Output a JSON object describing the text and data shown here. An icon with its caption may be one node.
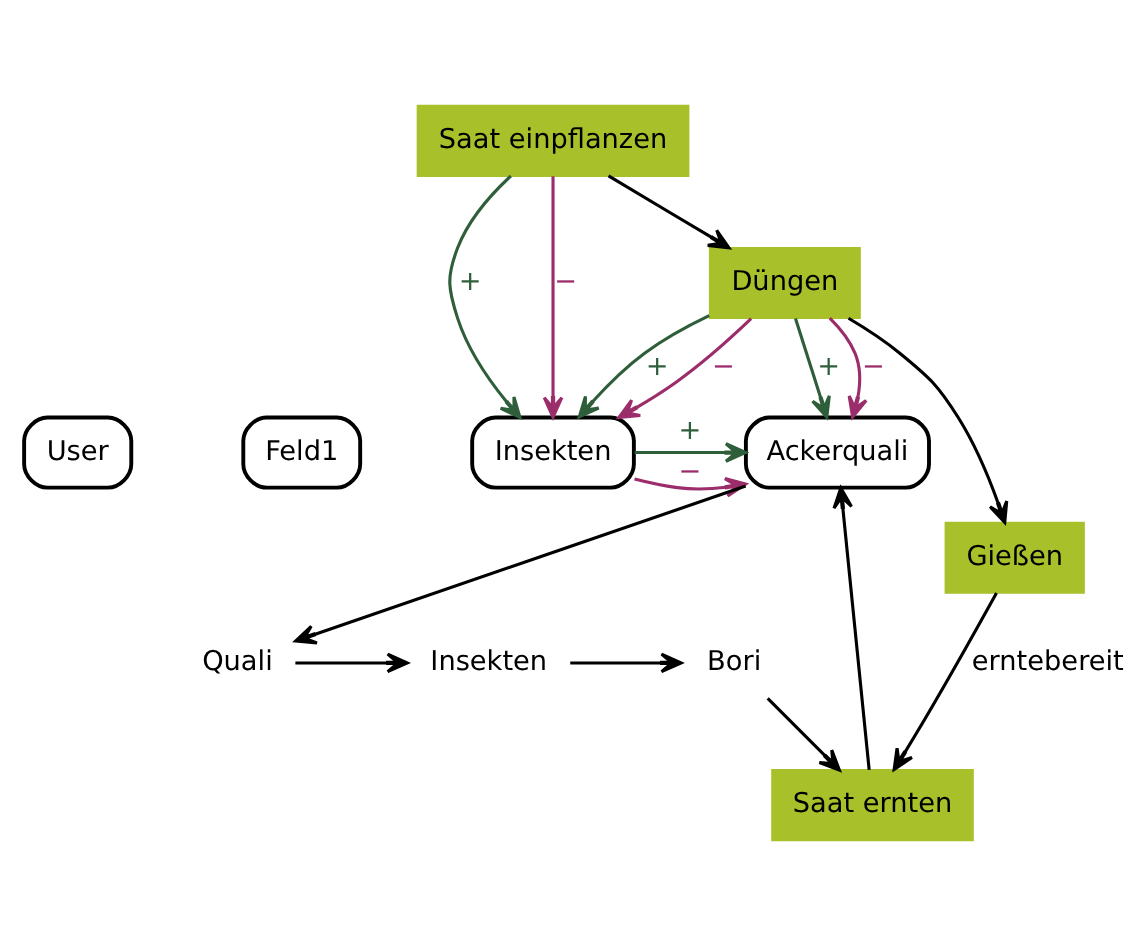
{
  "diagram": {
    "nodes": [
      {
        "text": [
          "User"
        ]
      },
      {
        "text": [
          "Feld1"
        ]
      },
      {
        "text": [
          "Insekten"
        ]
      },
      {
        "text": [
          "Ackerquali"
        ]
      },
      {
        "text": [
          "Saat einpflanzen"
        ]
      },
      {
        "text": [
          "Düngen"
        ]
      },
      {
        "text": [
          "Gießen"
        ]
      },
      {
        "text": [
          "Saat ernten"
        ]
      },
      {
        "text": [
          "Bori"
        ]
      },
      {
        "text": [
          "Insekten"
        ]
      },
      {
        "text": [
          "Quali"
        ]
      }
    ],
    "edges": [
      {
        "from": 4,
        "to": 5,
        "arrow": "to"
      },
      {
        "from": 5,
        "to": 6,
        "arrow": "to"
      },
      {
        "from": 6,
        "to": 7,
        "arrow": "to",
        "label": "erntebereit"
      },
      {
        "from": 4,
        "to": 2,
        "arrow": "to",
        "label": "+",
        "color": "#2f5e3a"
      },
      {
        "from": 2,
        "to": 3,
        "arrow": "to",
        "label": "+",
        "color": "#2f5e3a"
      },
      {
        "from": 4,
        "to": 2,
        "arrow": "to",
        "label": "−",
        "color": "#9b2d6b"
      },
      {
        "from": 2,
        "to": 3,
        "arrow": "to",
        "label": "−",
        "color": "#9b2d6b"
      },
      {
        "from": 5,
        "to": 2,
        "arrow": "to",
        "label": "+",
        "color": "#2f5e3a"
      },
      {
        "from": 5,
        "to": 3,
        "arrow": "to",
        "label": "+",
        "color": "#2f5e3a"
      },
      {
        "from": 5,
        "to": 2,
        "arrow": "to",
        "label": "−",
        "color": "#9b2d6b"
      },
      {
        "from": 5,
        "to": 3,
        "arrow": "to",
        "label": "−",
        "color": "#9b2d6b"
      },
      {
        "from": 7,
        "to": 3,
        "arrow": "to"
      },
      {
        "from": 3,
        "to": 10,
        "arrow": "to"
      },
      {
        "from": 10,
        "to": 9,
        "arrow": "to"
      },
      {
        "from": 9,
        "to": 8,
        "arrow": "to"
      },
      {
        "from": 8,
        "to": 7,
        "arrow": "to"
      }
    ]
  }
}
